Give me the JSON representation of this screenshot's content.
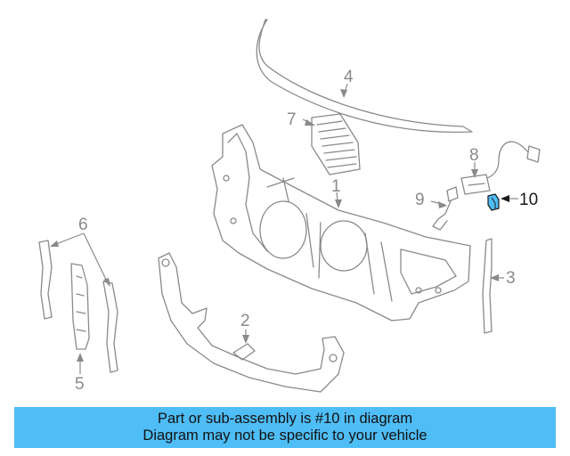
{
  "diagram": {
    "callouts": [
      "1",
      "2",
      "3",
      "4",
      "5",
      "6",
      "7",
      "8",
      "9",
      "10"
    ],
    "highlighted_part": "10",
    "highlight_color": "#4fbdf6"
  },
  "banner": {
    "line1": "Part or sub-assembly is #10 in diagram",
    "line2": "Diagram may not be specific to your vehicle",
    "background": "#4fbdf6"
  }
}
